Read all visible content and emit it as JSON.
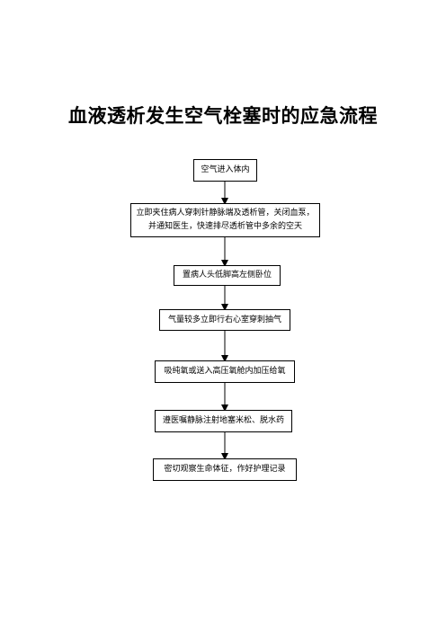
{
  "title": "血液透析发生空气栓塞时的应急流程",
  "steps": [
    {
      "lines": [
        "空气进入体内"
      ]
    },
    {
      "lines": [
        "立即夹住病人穿刺针静脉端及透析管，关闭血泵，",
        "并通知医生，快速排尽透析管中多余的空天"
      ]
    },
    {
      "lines": [
        "置病人头低脚高左侧卧位"
      ]
    },
    {
      "lines": [
        "气量较多立即行右心室穿刺抽气"
      ]
    },
    {
      "lines": [
        "吸纯氧或送入高压氧舱内加压给氧"
      ]
    },
    {
      "lines": [
        "遵医嘱静脉注射地塞米松、脱水药"
      ]
    },
    {
      "lines": [
        "密切观察生命体征，作好护理记录"
      ]
    }
  ],
  "colors": {
    "line": "#000000",
    "background": "#ffffff"
  }
}
